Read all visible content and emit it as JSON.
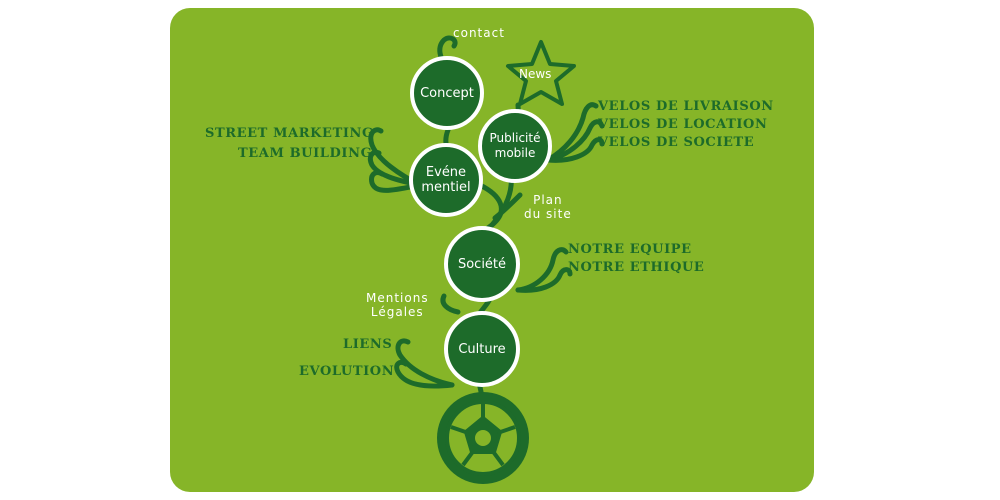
{
  "colors": {
    "panel_green": "#86b528",
    "dark_green": "#1d6b2a",
    "white": "#ffffff"
  },
  "nodes": {
    "concept": "Concept",
    "publicite": "Publicité\nmobile",
    "evenementiel": "Evéne\nmentiel",
    "societe": "Société",
    "culture": "Culture"
  },
  "star": {
    "label": "News"
  },
  "small_links": {
    "contact": "contact",
    "plan_du_site": "Plan\ndu site",
    "mentions_legales": "Mentions\nLégales"
  },
  "links_left": {
    "street_marketing": "STREET MARKETING",
    "team_building": "TEAM BUILDING",
    "liens": "LIENS",
    "evolution": "EVOLUTION"
  },
  "links_right": {
    "velos_livraison": "VELOS DE LIVRAISON",
    "velos_location": "VELOS DE LOCATION",
    "velos_societe": "VELOS DE SOCIETE",
    "notre_equipe": "NOTRE EQUIPE",
    "notre_ethique": "NOTRE ETHIQUE"
  },
  "icons": {
    "wheel": "bicycle-wheel-icon",
    "star": "star-icon"
  }
}
